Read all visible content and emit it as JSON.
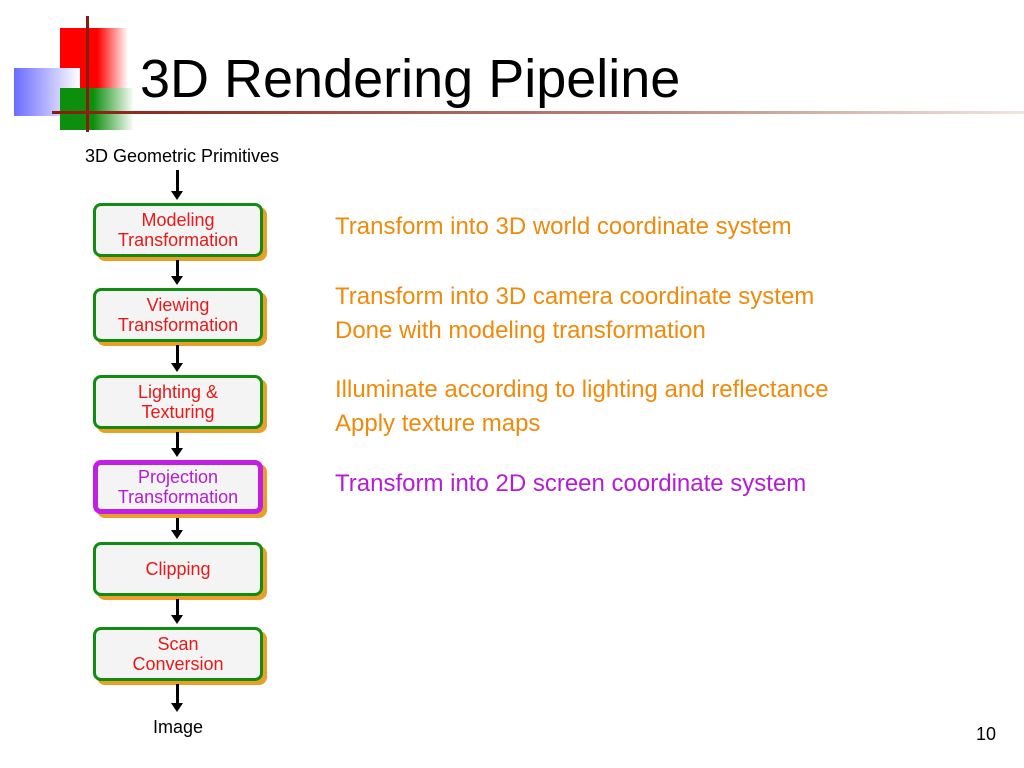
{
  "slide": {
    "title": "3D Rendering Pipeline",
    "page_number": "10"
  },
  "pipeline": {
    "input_label": "3D Geometric Primitives",
    "output_label": "Image",
    "stages": [
      {
        "label": "Modeling\nTransformation",
        "active": false
      },
      {
        "label": "Viewing\nTransformation",
        "active": false
      },
      {
        "label": "Lighting &\nTexturing",
        "active": false
      },
      {
        "label": "Projection\nTransformation",
        "active": true
      },
      {
        "label": "Clipping",
        "active": false
      },
      {
        "label": "Scan\nConversion",
        "active": false
      }
    ]
  },
  "descriptions": [
    {
      "lines": [
        "Transform into 3D world coordinate system"
      ]
    },
    {
      "lines": [
        "Transform into 3D camera coordinate system",
        "Done with modeling transformation"
      ]
    },
    {
      "lines": [
        "Illuminate according to lighting and reflectance",
        "Apply texture maps"
      ]
    },
    {
      "lines": [
        "Transform into 2D screen coordinate system"
      ]
    }
  ],
  "colors": {
    "stage_text": "#e61a1a",
    "stage_border": "#118c11",
    "stage_shadow": "#e99f29",
    "active_stage": "#c020e6",
    "description_text": "#ef8a0b",
    "active_description_text": "#b41dd6"
  }
}
